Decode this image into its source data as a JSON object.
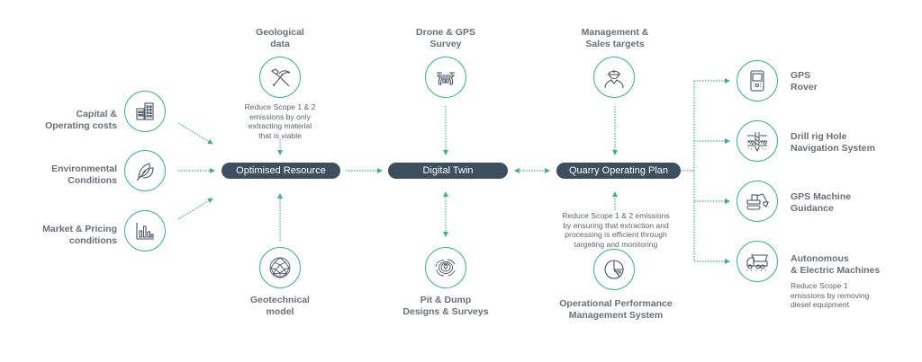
{
  "colors": {
    "accent": "#3bb48e",
    "pill": "#3d4f5f",
    "text": "#6b6e78",
    "icon": "#4a5361"
  },
  "inputs_left": [
    {
      "label_line1": "Capital &",
      "label_line2": "Operating costs",
      "icon": "buildings-icon"
    },
    {
      "label_line1": "Environmental",
      "label_line2": "Conditions",
      "icon": "leaf-icon"
    },
    {
      "label_line1": "Market & Pricing",
      "label_line2": "conditions",
      "icon": "bar-chart-icon"
    }
  ],
  "geological": {
    "label_line1": "Geological",
    "label_line2": "data",
    "icon": "pickaxe-shovel-icon",
    "note": [
      "Reduce Scope 1 & 2",
      "emissions by only",
      "extracting material",
      "that is viable"
    ]
  },
  "geotechnical": {
    "label_line1": "Geotechnical",
    "label_line2": "model",
    "icon": "geodesic-sphere-icon"
  },
  "drone": {
    "label_line1": "Drone & GPS",
    "label_line2": "Survey",
    "icon": "drone-icon"
  },
  "pit": {
    "label_line1": "Pit & Dump",
    "label_line2": "Designs & Surveys",
    "icon": "contour-map-icon"
  },
  "management": {
    "label_line1": "Management &",
    "label_line2": "Sales targets",
    "icon": "worker-helmet-icon"
  },
  "operational": {
    "label_line1": "Operational Performance",
    "label_line2": "Management System",
    "icon": "pie-chart-icon",
    "note": [
      "Reduce Scope 1 & 2 emissions",
      "by ensuring that extraction and",
      "processing is efficient through",
      "targeting and monitoring"
    ]
  },
  "pills": {
    "optimised": "Optimised Resource",
    "digital_twin": "Digital Twin",
    "quarry_plan": "Quarry Operating Plan"
  },
  "outputs_right": [
    {
      "label_line1": "GPS",
      "label_line2": "Rover",
      "icon": "gps-rover-icon"
    },
    {
      "label_line1": "Drill rig Hole",
      "label_line2": "Navigation System",
      "icon": "drill-hole-icon"
    },
    {
      "label_line1": "GPS Machine",
      "label_line2": "Guidance",
      "icon": "excavator-icon"
    },
    {
      "label_line1": "Autonomous",
      "label_line2": "& Electric Machines",
      "icon": "dump-truck-icon",
      "note": [
        "Reduce Scope 1",
        "emissions by removing",
        "diesel equipment"
      ]
    }
  ]
}
